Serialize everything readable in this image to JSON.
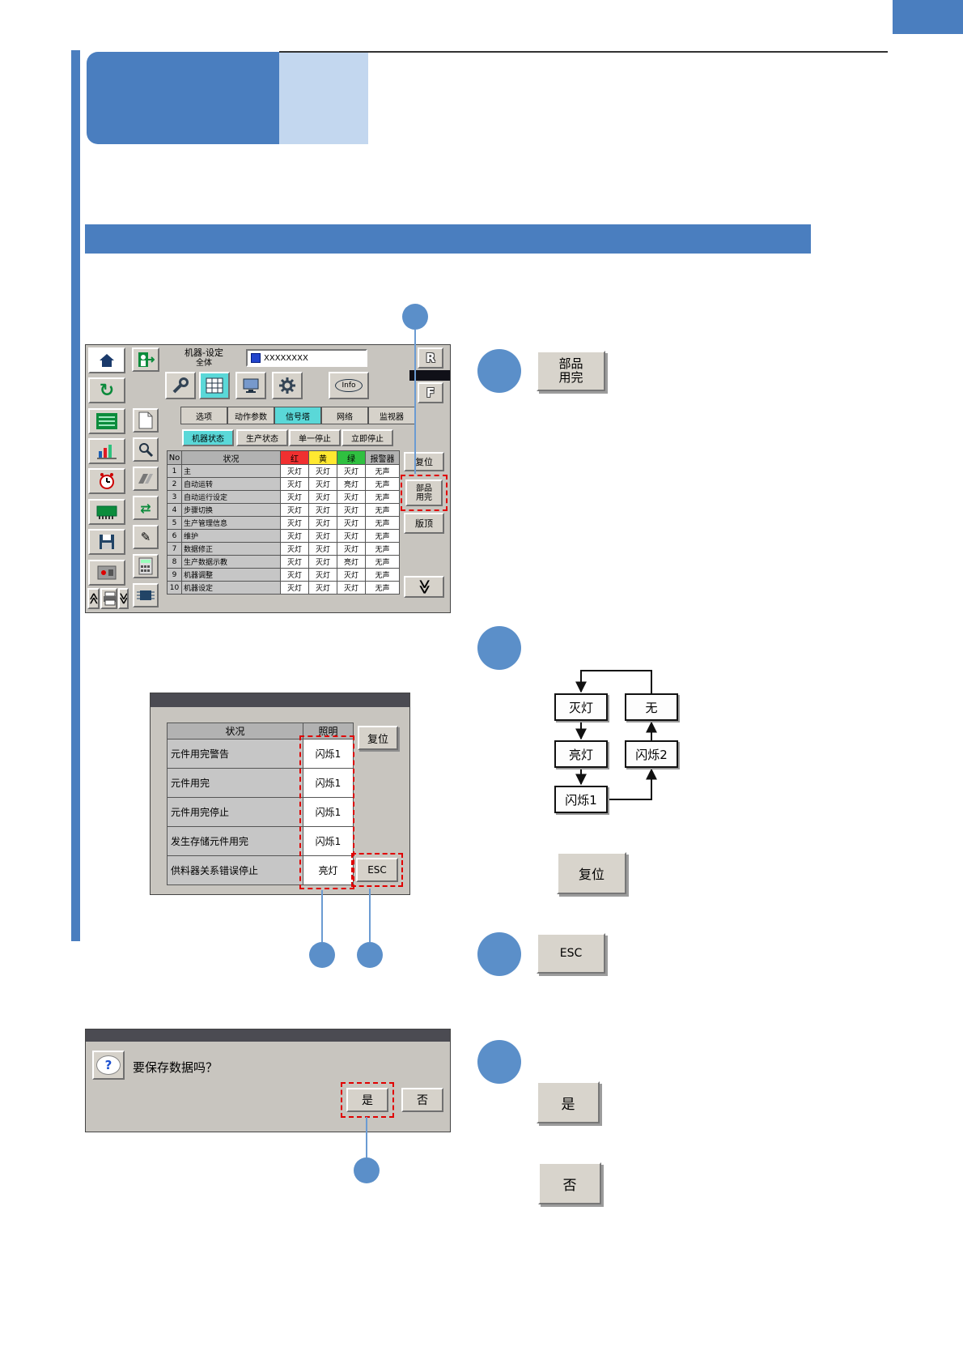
{
  "machine_screen": {
    "title": "机器-设定",
    "subtitle": "全体",
    "program_value": "XXXXXXXX",
    "r_key": "R",
    "f_key": "F",
    "info_label": "Info",
    "tabs": [
      "选项",
      "动作参数",
      "信号塔",
      "网络",
      "监视器"
    ],
    "subtabs": [
      "机器状态",
      "生产状态",
      "单一停止",
      "立即停止"
    ],
    "status_table": {
      "headers": [
        "No",
        "状况",
        "红",
        "黄",
        "绿",
        "报警器"
      ],
      "rows": [
        [
          "1",
          "主",
          "灭灯",
          "灭灯",
          "灭灯",
          "无声"
        ],
        [
          "2",
          "自动运转",
          "灭灯",
          "灭灯",
          "亮灯",
          "无声"
        ],
        [
          "3",
          "自动运行设定",
          "灭灯",
          "灭灯",
          "灭灯",
          "无声"
        ],
        [
          "4",
          "步骤切换",
          "灭灯",
          "灭灯",
          "灭灯",
          "无声"
        ],
        [
          "5",
          "生产管理信息",
          "灭灯",
          "灭灯",
          "灭灯",
          "无声"
        ],
        [
          "6",
          "维护",
          "灭灯",
          "灭灯",
          "灭灯",
          "无声"
        ],
        [
          "7",
          "数据修正",
          "灭灯",
          "灭灯",
          "灭灯",
          "无声"
        ],
        [
          "8",
          "生产数据示教",
          "灭灯",
          "灭灯",
          "亮灯",
          "无声"
        ],
        [
          "9",
          "机器调整",
          "灭灯",
          "灭灯",
          "灭灯",
          "无声"
        ],
        [
          "10",
          "机器设定",
          "灭灯",
          "灭灯",
          "灭灯",
          "无声"
        ]
      ]
    },
    "reset_button": "复位",
    "parts_out_button_line1": "部品",
    "parts_out_button_line2": "用完",
    "page_top_button": "版顶"
  },
  "lighting_dialog": {
    "table_headers": [
      "状况",
      "照明"
    ],
    "rows": [
      [
        "元件用完警告",
        "闪烁1"
      ],
      [
        "元件用完",
        "闪烁1"
      ],
      [
        "元件用完停止",
        "闪烁1"
      ],
      [
        "发生存储元件用完",
        "闪烁1"
      ],
      [
        "供料器关系错误停止",
        "亮灯"
      ]
    ],
    "reset_button": "复位",
    "esc_button": "ESC"
  },
  "state_diagram": {
    "off": "灭灯",
    "none": "无",
    "on": "亮灯",
    "blink2": "闪烁2",
    "blink1": "闪烁1"
  },
  "figure_buttons": {
    "parts_out_line1": "部品",
    "parts_out_line2": "用完",
    "reset": "复位",
    "esc": "ESC",
    "yes": "是",
    "no": "否"
  },
  "save_dialog": {
    "message": "要保存数据吗？",
    "yes_button": "是",
    "no_button": "否",
    "help_icon": "?"
  },
  "icons": {
    "cycle": "↻",
    "transfer": "⇄",
    "pencil": "✎",
    "collapse_up": "≪",
    "collapse_down": "≫",
    "chevron_down": "≫"
  },
  "colors": {
    "accent": "#4a7ebf",
    "light_accent": "#c3d7ef",
    "circle": "#5b8fc9",
    "highlight_cyan": "#5ad8d8",
    "dashed_red": "#e00000"
  }
}
